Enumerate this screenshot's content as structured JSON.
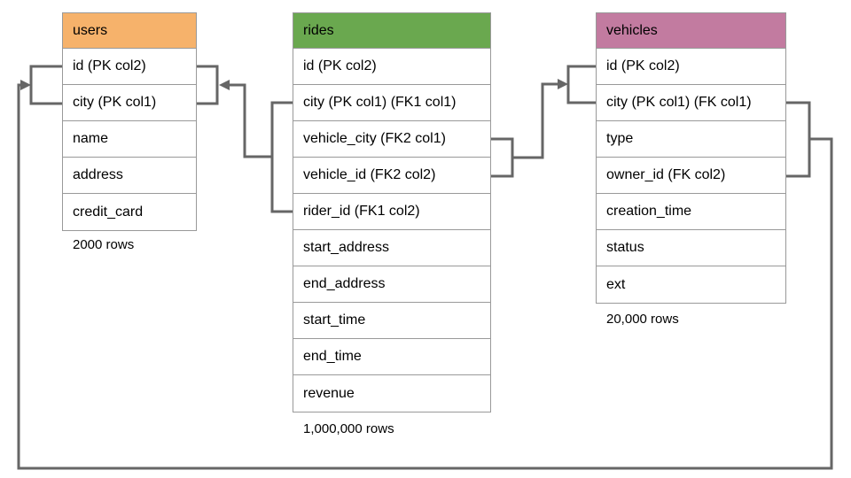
{
  "diagram": {
    "connector_color": "#666666",
    "border_color": "#999999",
    "tables": {
      "users": {
        "name": "users",
        "header_color": "#f6b26b",
        "columns": [
          "id (PK col2)",
          "city (PK col1)",
          "name",
          "address",
          "credit_card"
        ],
        "row_count": "2000 rows"
      },
      "rides": {
        "name": "rides",
        "header_color": "#6aa84f",
        "columns": [
          "id (PK col2)",
          "city (PK col1) (FK1 col1)",
          "vehicle_city (FK2 col1)",
          "vehicle_id (FK2 col2)",
          "rider_id (FK1 col2)",
          "start_address",
          "end_address",
          "start_time",
          "end_time",
          "revenue"
        ],
        "row_count": "1,000,000 rows"
      },
      "vehicles": {
        "name": "vehicles",
        "header_color": "#c27ba0",
        "columns": [
          "id (PK col2)",
          "city (PK col1) (FK col1)",
          "type",
          "owner_id (FK col2)",
          "creation_time",
          "status",
          "ext"
        ],
        "row_count": "20,000 rows"
      }
    },
    "relationships": [
      {
        "from": "rides (city, rider_id)",
        "to": "users (id, city)"
      },
      {
        "from": "rides (vehicle_city, vehicle_id)",
        "to": "vehicles (id, city)"
      },
      {
        "from": "vehicles (city, owner_id)",
        "to": "users (id, city)"
      }
    ]
  }
}
